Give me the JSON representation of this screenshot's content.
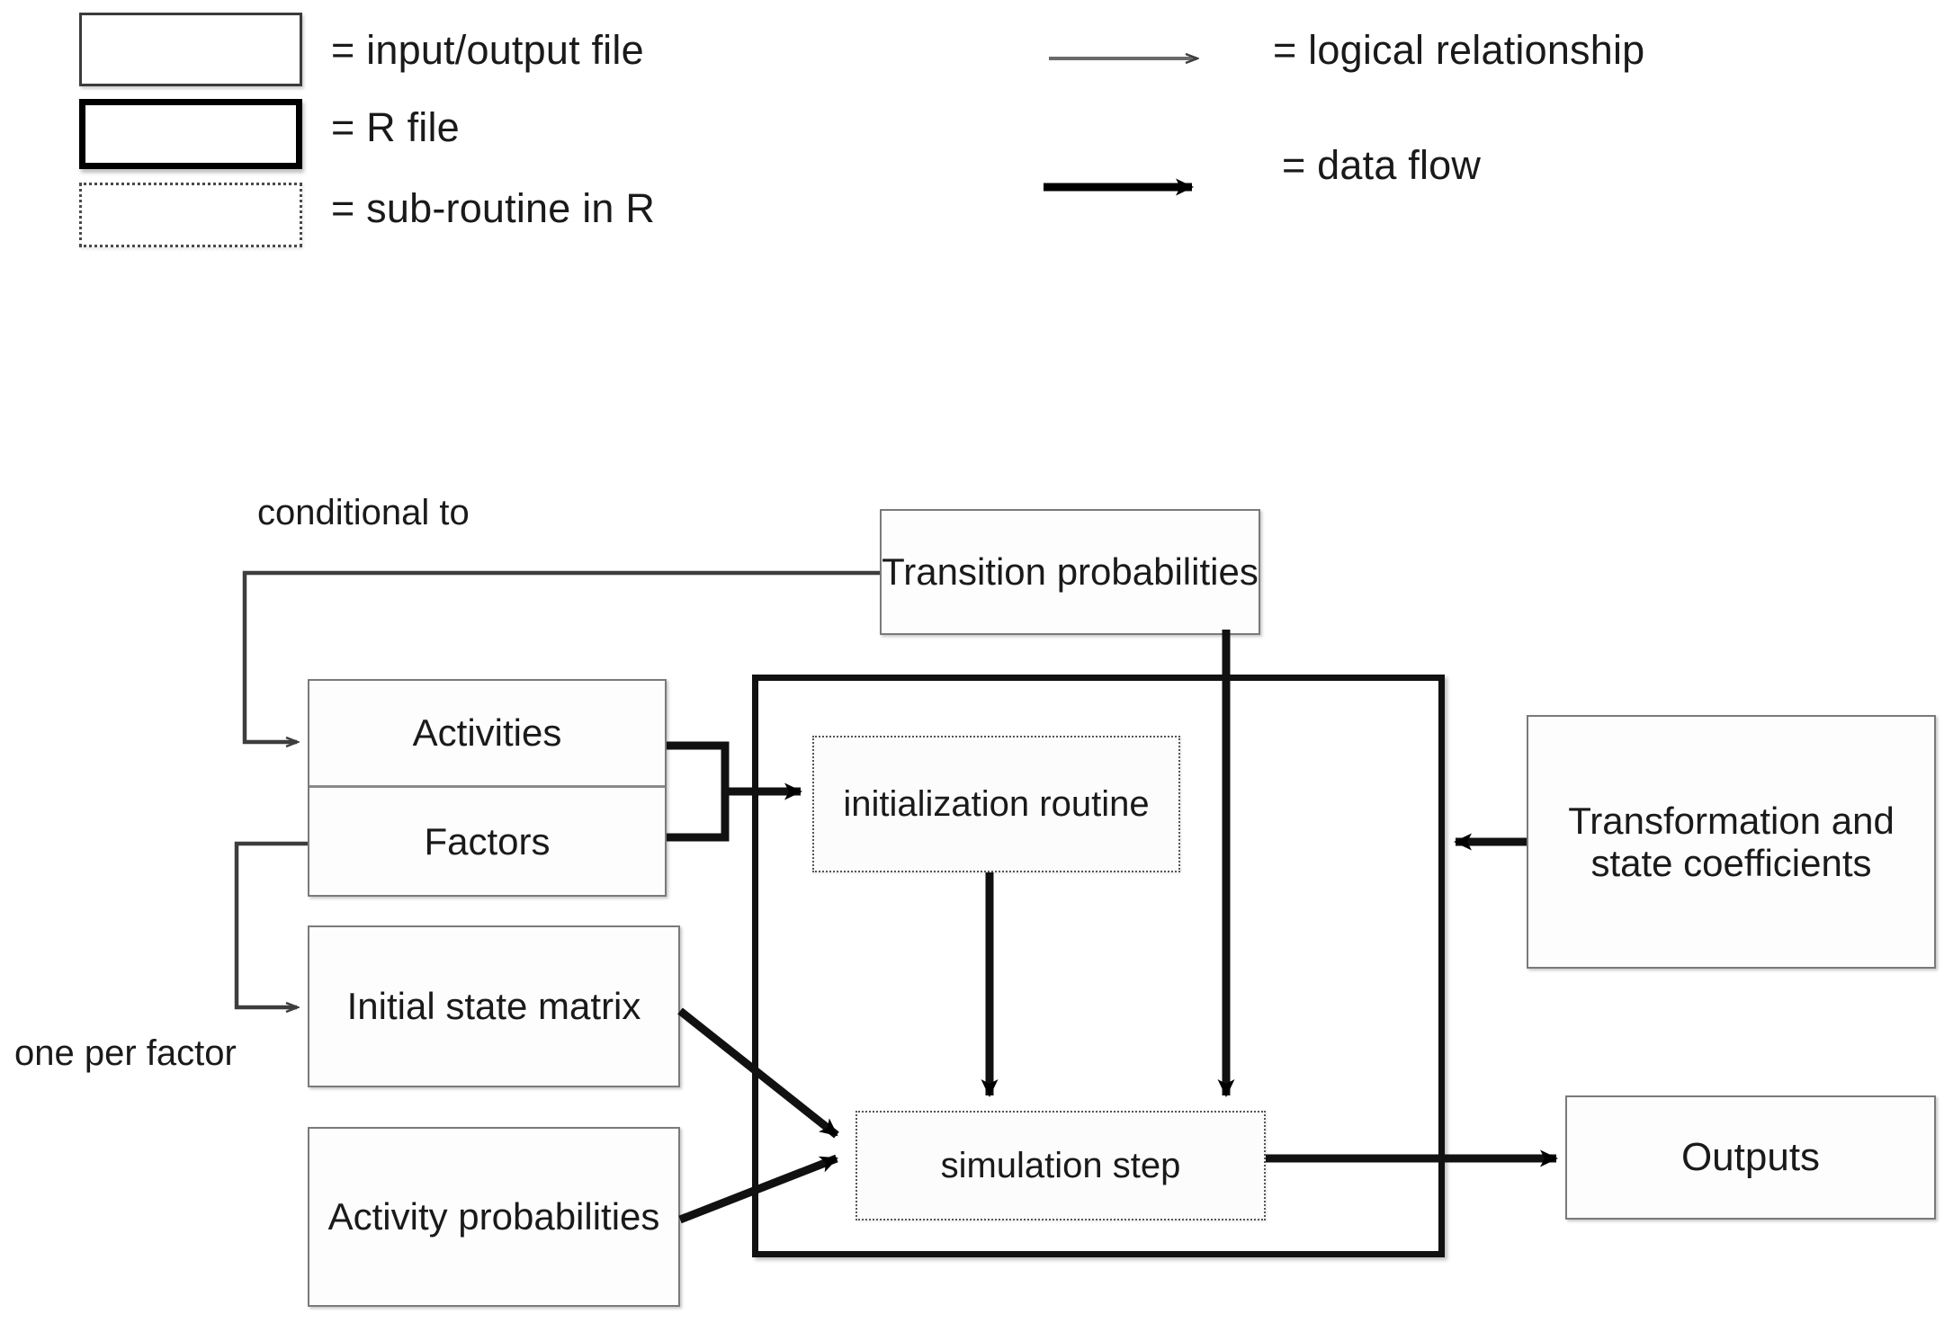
{
  "legend": {
    "items": [
      {
        "swatch": "input-output-file-swatch",
        "label": "= input/output  file"
      },
      {
        "swatch": "r-file-swatch",
        "label": "= R file"
      },
      {
        "swatch": "sub-routine-swatch",
        "label": "= sub-routine  in R"
      }
    ],
    "arrows": [
      {
        "glyph": "thin-arrow-icon",
        "label": "= logical  relationship"
      },
      {
        "glyph": "thick-arrow-icon",
        "label": "= data flow"
      }
    ]
  },
  "diagram": {
    "annotations": {
      "conditional_to": "conditional to",
      "one_per_factor": "one per factor"
    },
    "nodes": {
      "transition_probabilities": "Transition probabilities",
      "activities": "Activities",
      "factors": "Factors",
      "initial_state_matrix": "Initial state matrix",
      "activity_probabilities": "Activity probabilities",
      "transformation_and_state_coefficients": "Transformation and state coefficients",
      "outputs": "Outputs",
      "initialization_routine": "initialization routine",
      "simulation_step": "simulation step"
    }
  },
  "colors": {
    "ink": "#1a1a1a",
    "io_border": "#7a7a7a",
    "r_border": "#000000",
    "subroutine_border": "#555555",
    "logical_arrow": "#4a4a4a",
    "data_arrow": "#000000",
    "background": "#ffffff"
  }
}
